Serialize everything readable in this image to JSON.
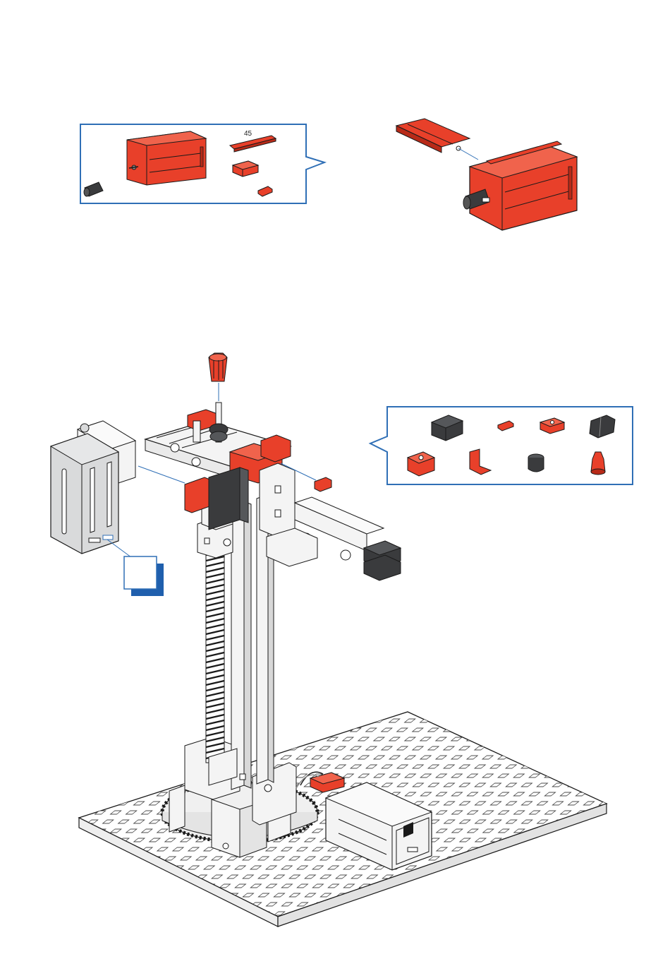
{
  "colors": {
    "red": "#e8402a",
    "red_dark": "#b82a18",
    "gray": "#d9dadb",
    "gray_dark": "#a9abad",
    "black_part": "#3a3b3d",
    "white_part": "#f4f4f4",
    "outline": "#1a1a1a",
    "callout_blue": "#2f6fb6",
    "step_badge_blue": "#1f5fad"
  },
  "step1": {
    "parts_box": {
      "length_label": "45",
      "parts": [
        "motor-block",
        "strut-45",
        "building-block-15",
        "small-connector",
        "shaft-coupler"
      ]
    }
  },
  "step2": {
    "parts_box": {
      "parts": [
        "black-building-block-30",
        "red-connector",
        "red-building-block-15",
        "black-hinge-block",
        "red-building-block-15-round",
        "red-angle-plate",
        "black-hub-nut",
        "red-clamping-sleeve"
      ]
    }
  },
  "step_badge": {
    "number": ""
  }
}
